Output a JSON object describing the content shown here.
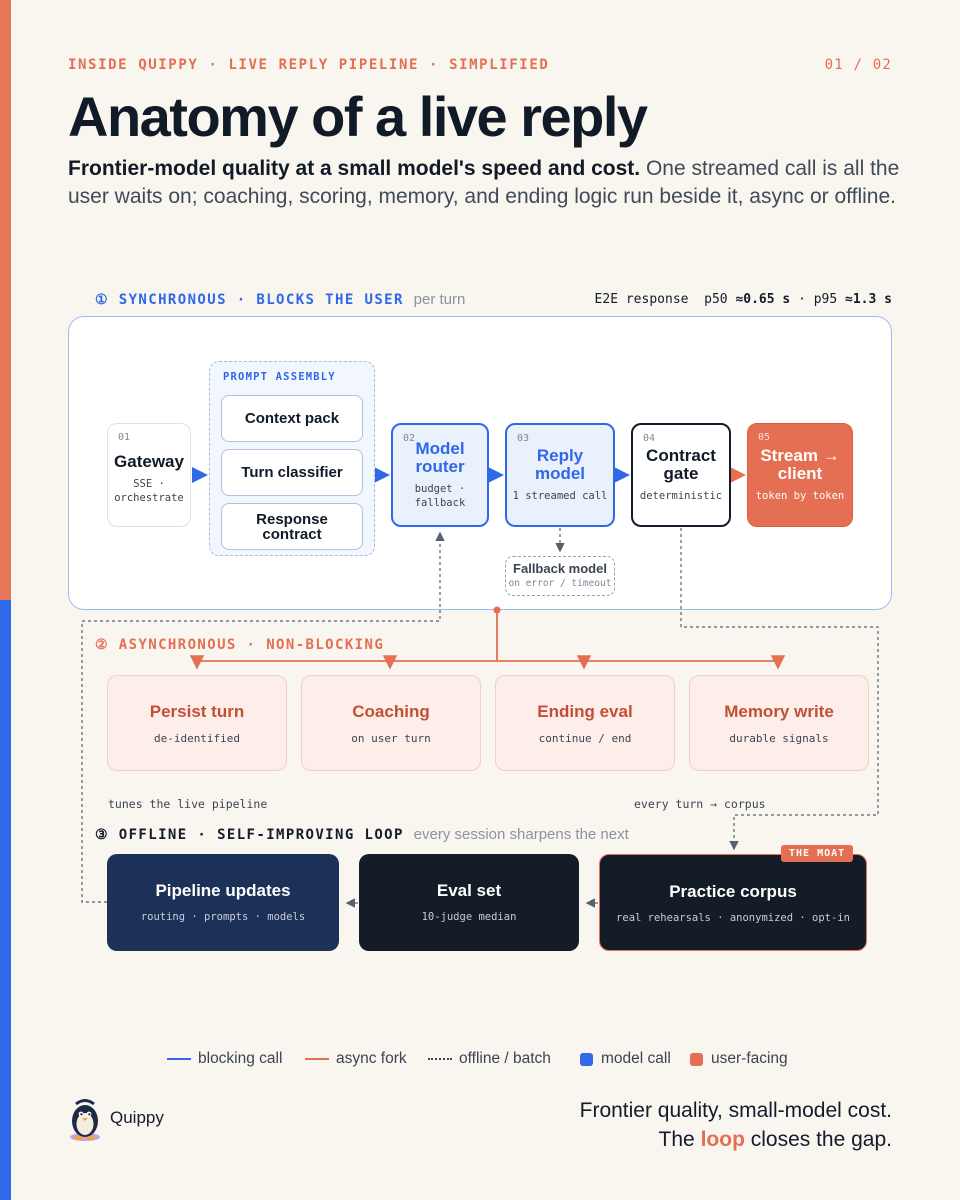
{
  "header": {
    "kicker": "INSIDE QUIPPY · LIVE REPLY PIPELINE · SIMPLIFIED",
    "pager": "01 / 02",
    "title": "Anatomy of a live reply",
    "subtitle_bold": "Frontier-model quality at a small model's speed and cost.",
    "subtitle_rest": " One streamed call is all the user waits on; coaching, scoring, memory, and ending logic run beside it, async or offline."
  },
  "sync": {
    "label": "① SYNCHRONOUS · BLOCKS THE USER",
    "note": "per turn",
    "e2e_label": "E2E response",
    "p50_label": "p50",
    "p50_value": "≈0.65 s",
    "sep": "·",
    "p95_label": "p95",
    "p95_value": "≈1.3 s",
    "gateway": {
      "num": "01",
      "title": "Gateway",
      "sub": "SSE · orchestrate"
    },
    "prompt_assembly": {
      "label": "PROMPT ASSEMBLY",
      "items": [
        "Context pack",
        "Turn classifier",
        "Response contract"
      ]
    },
    "router": {
      "num": "02",
      "title": "Model router",
      "sub": "budget · fallback"
    },
    "reply": {
      "num": "03",
      "title": "Reply model",
      "sub": "1 streamed call"
    },
    "gate": {
      "num": "04",
      "title": "Contract gate",
      "sub": "deterministic"
    },
    "stream": {
      "num": "05",
      "title": "Stream → client",
      "sub": "token by token"
    },
    "fallback": {
      "title": "Fallback model",
      "sub": "on error / timeout"
    }
  },
  "async": {
    "label": "② ASYNCHRONOUS · NON-BLOCKING",
    "boxes": [
      {
        "title": "Persist turn",
        "sub": "de-identified"
      },
      {
        "title": "Coaching",
        "sub": "on user turn"
      },
      {
        "title": "Ending eval",
        "sub": "continue / end"
      },
      {
        "title": "Memory write",
        "sub": "durable signals"
      }
    ],
    "note_left": "tunes the live pipeline",
    "note_right": "every turn → corpus"
  },
  "offline": {
    "label": "③ OFFLINE · SELF-IMPROVING LOOP",
    "note": "every session sharpens the next",
    "boxes": [
      {
        "title": "Pipeline updates",
        "sub": "routing · prompts · models"
      },
      {
        "title": "Eval set",
        "sub": "10-judge median"
      },
      {
        "title": "Practice corpus",
        "sub": "real rehearsals · anonymized · opt-in"
      }
    ],
    "badge": "THE MOAT"
  },
  "legend": {
    "blocking": "blocking call",
    "async": "async fork",
    "offline": "offline / batch",
    "model": "model call",
    "user": "user-facing"
  },
  "footer": {
    "brand": "Quippy",
    "tagline_1": "Frontier quality, small-model cost.",
    "tagline_2a": "The ",
    "tagline_2b": "loop",
    "tagline_2c": " closes the gap."
  },
  "colors": {
    "blue": "#2f68e8",
    "coral": "#e46f52",
    "navy": "#1c3158",
    "dark": "#141c27",
    "background": "#f9f5ef"
  }
}
